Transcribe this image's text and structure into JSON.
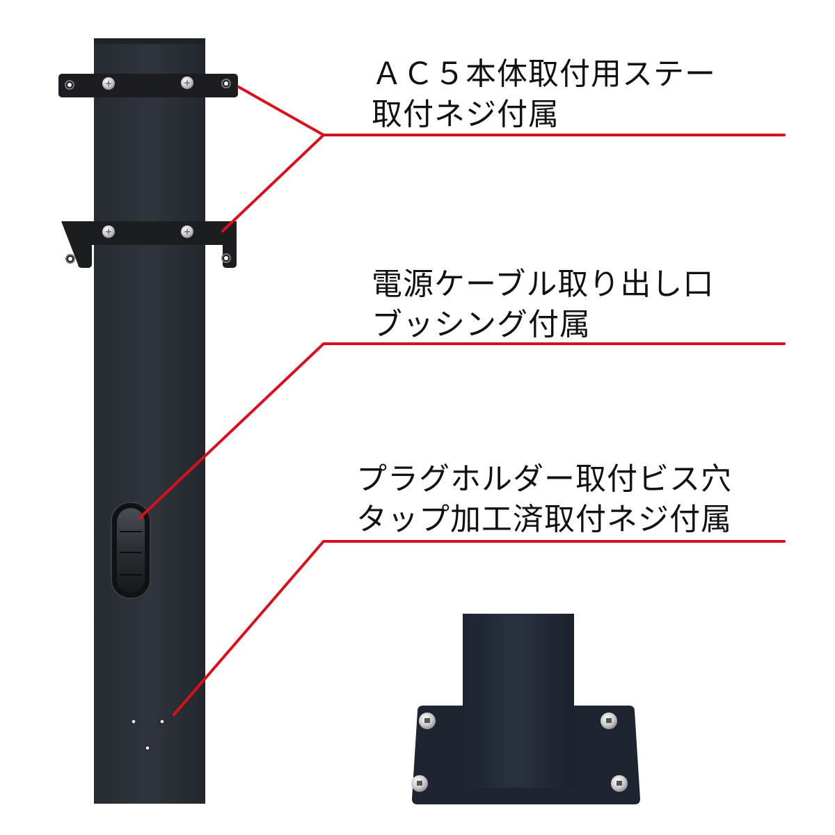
{
  "callouts": [
    {
      "id": "stay-mount",
      "lines": [
        "ＡＣ５本体取付用ステー",
        "取付ネジ付属"
      ]
    },
    {
      "id": "cable-outlet",
      "lines": [
        "電源ケーブル取り出し口",
        "ブッシング付属"
      ]
    },
    {
      "id": "plug-holder",
      "lines": [
        "プラグホルダー取付ビス穴",
        "タップ加工済取付ネジ付属"
      ]
    }
  ],
  "colors": {
    "background": "#ffffff",
    "post": "#2b2f36",
    "bracket": "#1c1d20",
    "leader_line": "#d8101c",
    "screw": "#cfcfcf",
    "text": "#111111"
  },
  "components": {
    "post": "main-post",
    "brackets": [
      "upper-mounting-stay",
      "lower-mounting-stay"
    ],
    "bushing": "cable-outlet-bushing",
    "holes": [
      "plug-holder-hole-left",
      "plug-holder-hole-right",
      "plug-holder-hole-bottom"
    ],
    "base": "base-plate-inset"
  }
}
